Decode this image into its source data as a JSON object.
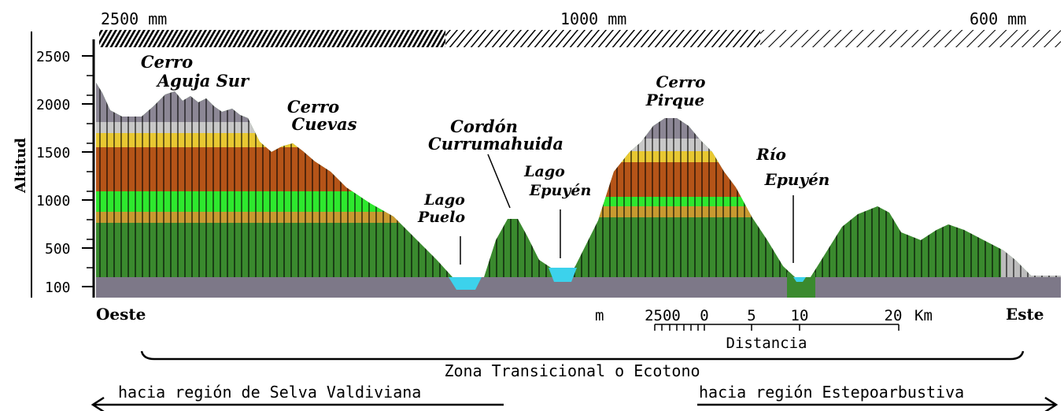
{
  "precipitation": {
    "west": "2500 mm",
    "middle": "1000 mm",
    "east": "600 mm"
  },
  "axis": {
    "ylabel": "Altitud",
    "ticks": [
      "2500",
      "2000",
      "1500",
      "1000",
      "500",
      "100"
    ]
  },
  "places": {
    "cerro_aguja": [
      "Cerro",
      "Aguja Sur"
    ],
    "cerro_cuevas": [
      "Cerro",
      "Cuevas"
    ],
    "cordon": [
      "Cordón",
      "Currumahuida"
    ],
    "lago_puelo": [
      "Lago",
      "Puelo"
    ],
    "lago_epuyen": [
      "Lago",
      "Epuyén"
    ],
    "cerro_pirque": [
      "Cerro",
      "Pirque"
    ],
    "rio_epuyen": [
      "Río",
      "Epuyén"
    ]
  },
  "orientation": {
    "west": "Oeste",
    "east": "Este"
  },
  "scale": {
    "unit_left": "m",
    "labels": [
      "2500",
      "0",
      "5",
      "10",
      "20"
    ],
    "unit_right": "Km",
    "caption": "Distancia"
  },
  "zones": {
    "ecotone": "Zona Transicional o Ecotono",
    "west_region": "hacia región de Selva Valdiviana",
    "east_region": "hacia región Estepoarbustiva"
  },
  "colors": {
    "rock": "#8c8795",
    "snow": "#c8c8c8",
    "brown_forest": "#b55418",
    "yellow": "#e8c832",
    "bright_green": "#2ee82e",
    "forest_green": "#3a8a2e",
    "water": "#3cd2ec",
    "baseline": "#7d7888"
  }
}
